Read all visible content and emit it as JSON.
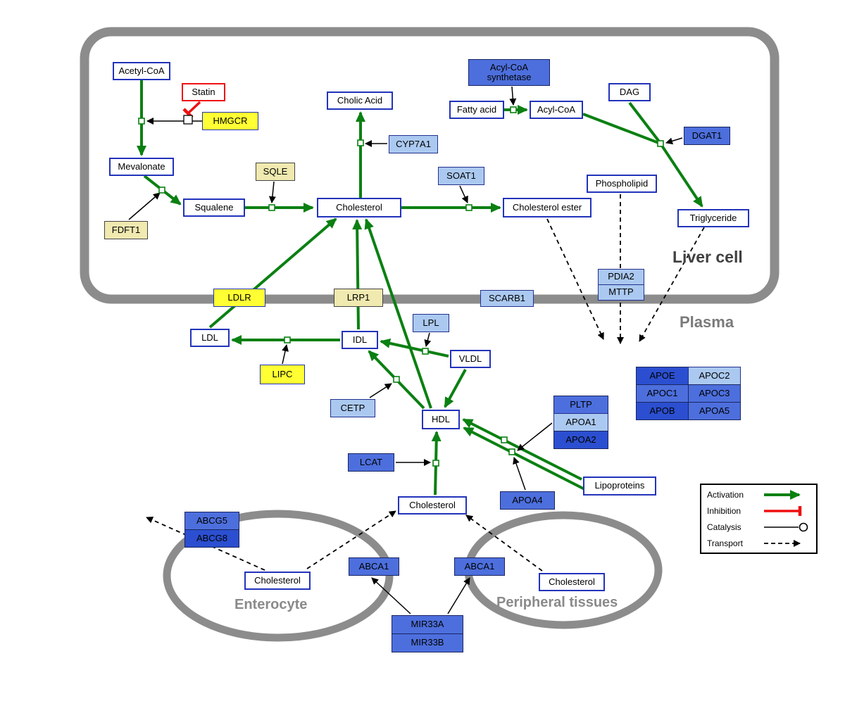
{
  "compartments": {
    "liver": "Liver cell",
    "plasma": "Plasma",
    "enterocyte": "Enterocyte",
    "peripheral": "Peripheral tissues"
  },
  "legend": {
    "activation": "Activation",
    "inhibition": "Inhibition",
    "catalysis": "Catalysis",
    "transport": "Transport"
  },
  "nodes": {
    "acetyl_coa": "Acetyl-CoA",
    "statin": "Statin",
    "hmgcr": "HMGCR",
    "mevalonate": "Mevalonate",
    "sqle": "SQLE",
    "fdft1": "FDFT1",
    "squalene": "Squalene",
    "cholic_acid": "Cholic Acid",
    "cyp7a1": "CYP7A1",
    "cholesterol_liver": "Cholesterol",
    "soat1": "SOAT1",
    "cholesterol_ester": "Cholesterol ester",
    "acyl_coa_synthetase": "Acyl-CoA synthetase",
    "fatty_acid": "Fatty acid",
    "acyl_coa": "Acyl-CoA",
    "dag": "DAG",
    "dgat1": "DGAT1",
    "phospholipid": "Phospholipid",
    "triglyceride": "Triglyceride",
    "pdia2": "PDIA2",
    "mttp": "MTTP",
    "ldlr": "LDLR",
    "lrp1": "LRP1",
    "scarb1": "SCARB1",
    "ldl": "LDL",
    "idl": "IDL",
    "lpl": "LPL",
    "vldl": "VLDL",
    "lipc": "LIPC",
    "cetp": "CETP",
    "hdl": "HDL",
    "pltp": "PLTP",
    "apoa1": "APOA1",
    "apoa2": "APOA2",
    "apoe": "APOE",
    "apoc2": "APOC2",
    "apoc1": "APOC1",
    "apoc3": "APOC3",
    "apob": "APOB",
    "apoa5": "APOA5",
    "lcat": "LCAT",
    "apoa4": "APOA4",
    "lipoproteins": "Lipoproteins",
    "cholesterol_plasma": "Cholesterol",
    "abcg5": "ABCG5",
    "abcg8": "ABCG8",
    "cholesterol_enterocyte": "Cholesterol",
    "abca1_enterocyte": "ABCA1",
    "abca1_peripheral": "ABCA1",
    "cholesterol_peripheral": "Cholesterol",
    "mir33a": "MIR33A",
    "mir33b": "MIR33B"
  },
  "colors": {
    "activation": "#0b8012",
    "inhibition": "#ee1111",
    "membrane": "#8c8c8c",
    "metabolite_border": "#2233bb",
    "gene_yellow": "#ffff33",
    "gene_pale_yellow": "#f0e9b0",
    "gene_blue_light": "#abc9f0",
    "gene_blue_medium": "#4d6fdd",
    "gene_blue_dark": "#2b4fd0"
  }
}
